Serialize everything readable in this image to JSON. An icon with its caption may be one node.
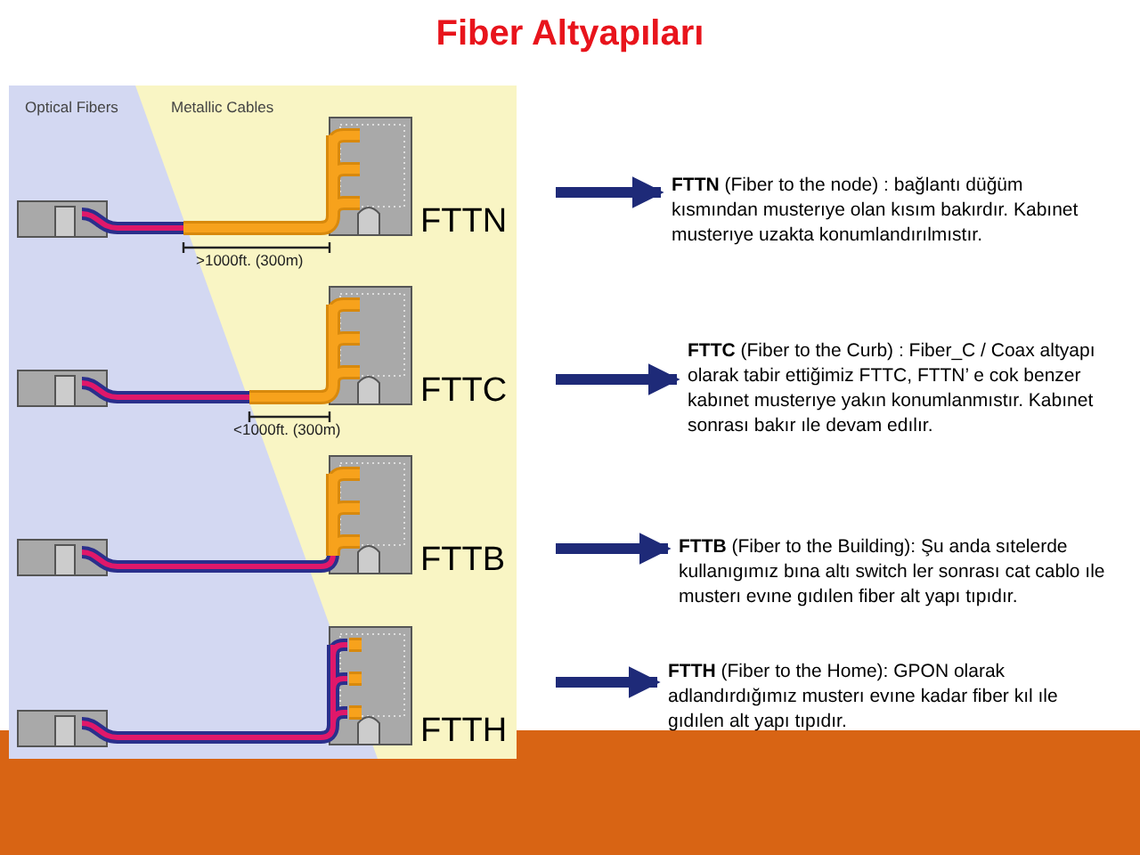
{
  "diagram": {
    "title": "Fiber Altyapıları",
    "nodes": [
      {
        "text": [
          "**FTTN** (Fiber to the node) : bağlantı düğüm kısmından musterıye olan kısım bakırdır. Kabınet musterıye uzakta konumlandırılmıstır."
        ]
      },
      {
        "text": [
          "**FTTC** (Fiber to the Curb) : Fiber_C / Coax altyapı olarak tabir ettiğimiz FTTC, FTTN’ e cok benzer kabınet musterıye yakın konumlanmıstır. Kabınet sonrası bakır ıle devam edılır."
        ]
      },
      {
        "text": [
          "**FTTB** (Fiber to the Building): Şu anda sıtelerde kullanıgımız bına altı switch ler sonrası cat cablo ıle musterı evıne gıdılen fiber alt yapı tıpıdır."
        ]
      },
      {
        "text": [
          "**FTTH** (Fiber to the Home): GPON olarak adlandırdığımız musterı evıne kadar fiber kıl ıle gıdılen alt yapı tıpıdır."
        ]
      }
    ],
    "edges": [
      {
        "from": null,
        "to": 0,
        "arrow": "to"
      },
      {
        "from": null,
        "to": 1,
        "arrow": "to"
      },
      {
        "from": null,
        "to": 2,
        "arrow": "to"
      },
      {
        "from": null,
        "to": 3,
        "arrow": "to"
      }
    ],
    "labels": [
      "Optical Fibers",
      "Metallic Cables",
      "FTTN",
      ">1000ft. (300m)",
      "FTTC",
      "<1000ft. (300m)",
      "FTTB",
      "FTTH"
    ]
  }
}
